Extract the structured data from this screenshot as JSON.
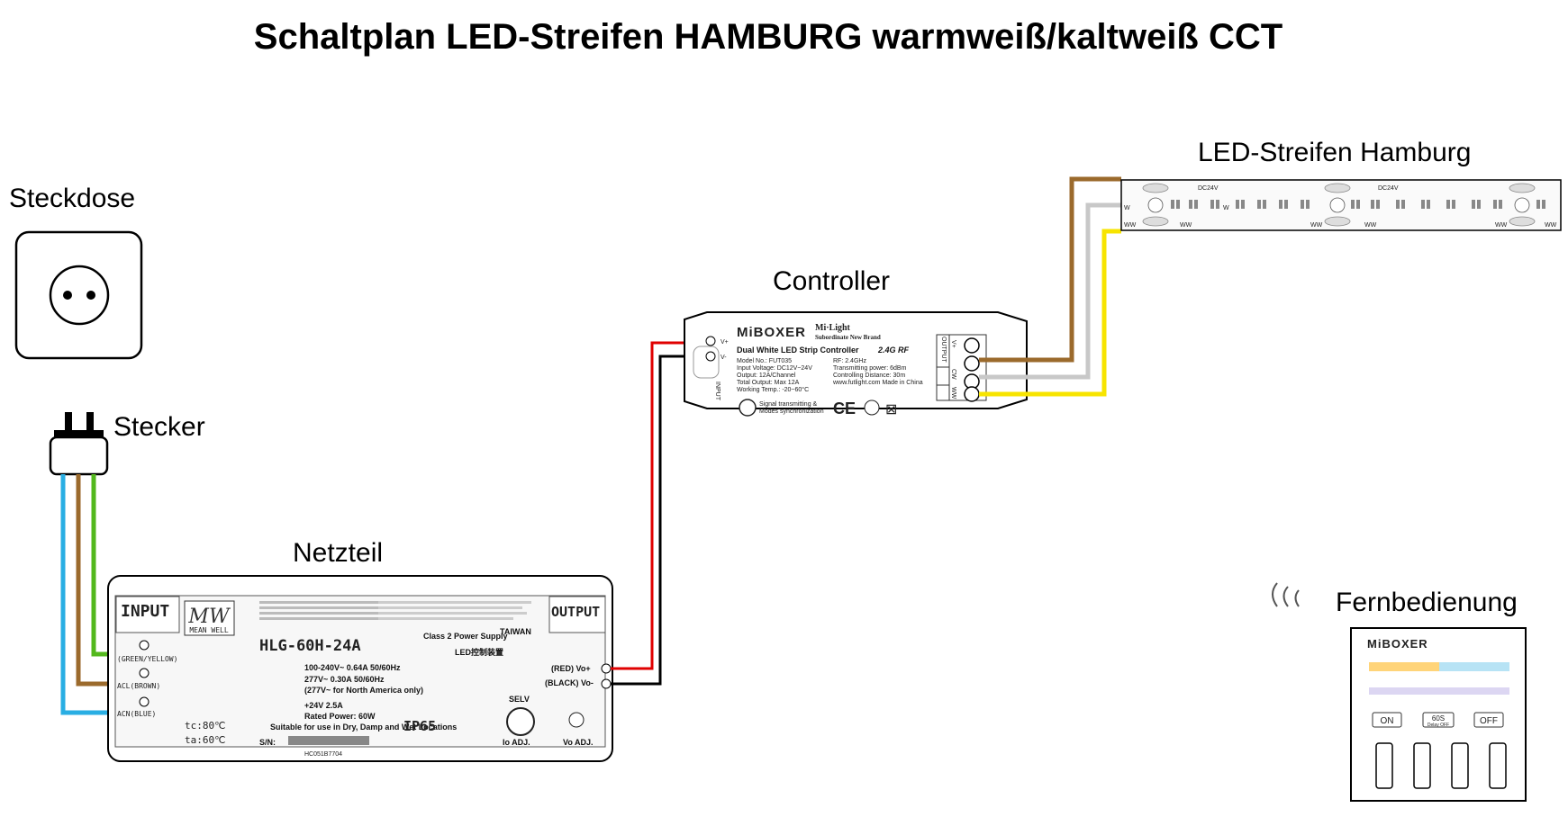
{
  "title": "Schaltplan LED-Streifen HAMBURG warmweiß/kaltweiß CCT",
  "labels": {
    "socket": "Steckdose",
    "plug": "Stecker",
    "psu": "Netzteil",
    "controller": "Controller",
    "strip": "LED-Streifen Hamburg",
    "remote": "Fernbedienung"
  },
  "psu": {
    "input": "INPUT",
    "output": "OUTPUT",
    "brand": "MEAN WELL",
    "model": "HLG-60H-24A",
    "class2": "Class 2 Power Supply",
    "country": "TAIWAN",
    "led_label": "LED控制装置",
    "input_spec": "100-240V~ 0.64A 50/60Hz",
    "input_spec2": "277V~ 0.30A 50/60Hz",
    "na_note": "(277V~ for North America only)",
    "output_spec": "+24V  2.5A",
    "rated_power": "Rated Power: 60W",
    "suitable": "Suitable for use in Dry, Damp and Wet Locations",
    "ip": "IP65",
    "selv": "SELV",
    "red_terminal": "(RED) Vo+",
    "black_terminal": "(BLACK) Vo-",
    "green_terminal": "(GREEN/YELLOW)",
    "brown_terminal": "ACL(BROWN)",
    "blue_terminal": "ACN(BLUE)",
    "tc": "tc:80℃",
    "ta": "ta:60℃",
    "sn": "S/N:",
    "serial": "HC051B7704",
    "io_adj": "Io ADJ.",
    "vo_adj": "Vo ADJ."
  },
  "controller": {
    "brand": "MiBOXER",
    "sub_brand": "Mi·Light",
    "sub_brand_note": "Subordinate New Brand",
    "product": "Dual White LED Strip Controller",
    "rf": "2.4G RF",
    "specs_left": [
      "Model No.: FUT035",
      "Input Voltage: DC12V~24V",
      "Output: 12A/Channel",
      "Total Output: Max 12A",
      "Working Temp.: -20~60°C"
    ],
    "specs_right": [
      "RF: 2.4GHz",
      "Transmitting power: 6dBm",
      "Controlling Distance: 30m",
      "www.futlight.com   Made in China"
    ],
    "signal_note1": "Signal transmitting &",
    "signal_note2": "Modes synchronization",
    "input_label": "INPUT",
    "output_label": "OUTPUT",
    "terminals_in": [
      "V+",
      "V-"
    ],
    "terminals_out": [
      "V+",
      "CW",
      "WW"
    ]
  },
  "strip": {
    "marking": "DC24V",
    "ww": "WW",
    "w": "W"
  },
  "remote": {
    "brand": "MiBOXER",
    "buttons": [
      "ON",
      "60S",
      "OFF"
    ],
    "delay": "Delay OFF"
  },
  "colors": {
    "wire_red": "#e00000",
    "wire_black": "#000000",
    "wire_brown": "#9b6a2c",
    "wire_gray": "#c8c8c8",
    "wire_yellow": "#f7e400",
    "wire_blue": "#29aee3",
    "wire_green": "#53b81d"
  }
}
